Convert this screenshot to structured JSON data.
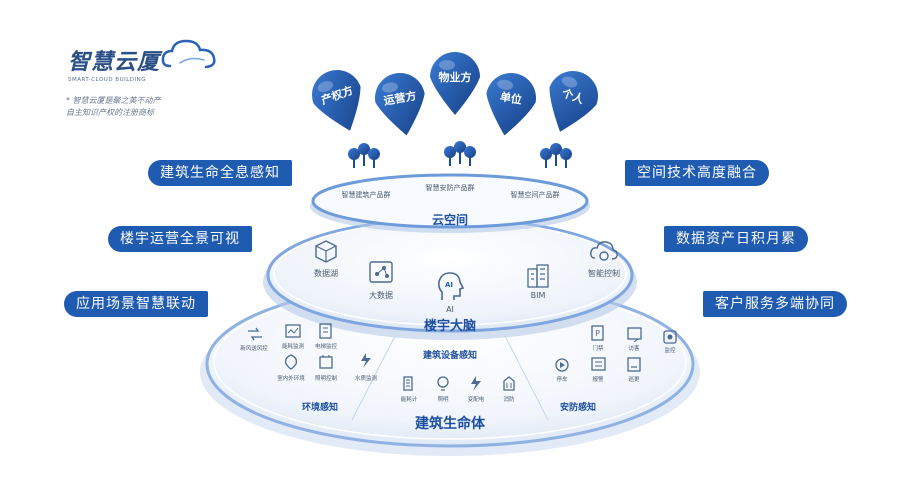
{
  "logo": {
    "title": "智慧云厦",
    "subtitle": "SMART-CLOUD BUILDING",
    "note_lines": [
      "* 智慧云厦是聚之美不动产",
      "自主知识产权的注册商标"
    ]
  },
  "stakeholders": [
    "产权方",
    "运营方",
    "物业方",
    "单位",
    "个人"
  ],
  "features_left": [
    "建筑生命全息感知",
    "楼宇运营全景可视",
    "应用场景智慧联动"
  ],
  "features_right": [
    "空间技术高度融合",
    "数据资产日积月累",
    "客户服务多端协同"
  ],
  "layers": {
    "top": {
      "name": "云空间",
      "items": [
        "智慧建筑产品群",
        "智慧安防产品群",
        "智慧空间产品群"
      ]
    },
    "middle": {
      "name": "楼宇大脑",
      "items": [
        "数据湖",
        "大数据",
        "AI",
        "BIM",
        "智能控制"
      ],
      "ai_glyph": "AI"
    },
    "bottom": {
      "name": "建筑生命体",
      "sections": {
        "left": {
          "name": "环境感知",
          "items": [
            "新风送风控",
            "能耗监测",
            "电梯监控",
            "室内外环境",
            "照明控制",
            "水质监测"
          ]
        },
        "center": {
          "name": "建筑设备感知",
          "items": [
            "能耗计",
            "照明",
            "变配电",
            "消防"
          ]
        },
        "right": {
          "name": "安防感知",
          "items": [
            "门禁",
            "访客",
            "监控",
            "停车",
            "报警",
            "巡更"
          ]
        }
      }
    }
  },
  "colors": {
    "feature_bg": "#1f5bb0",
    "pin": "#2a62b8",
    "pin_dark": "#1a4b96",
    "layer_label": "#1d4fa0",
    "item_text": "#4a5a70",
    "ring_edge": "#5b8fd6"
  },
  "icons": [
    "cloud-logo-icon",
    "location-pin-icon",
    "people-group-icon",
    "cube-icon",
    "chart-icon",
    "ai-head-icon",
    "building-icon",
    "cloud-gear-icon",
    "device-icon"
  ]
}
